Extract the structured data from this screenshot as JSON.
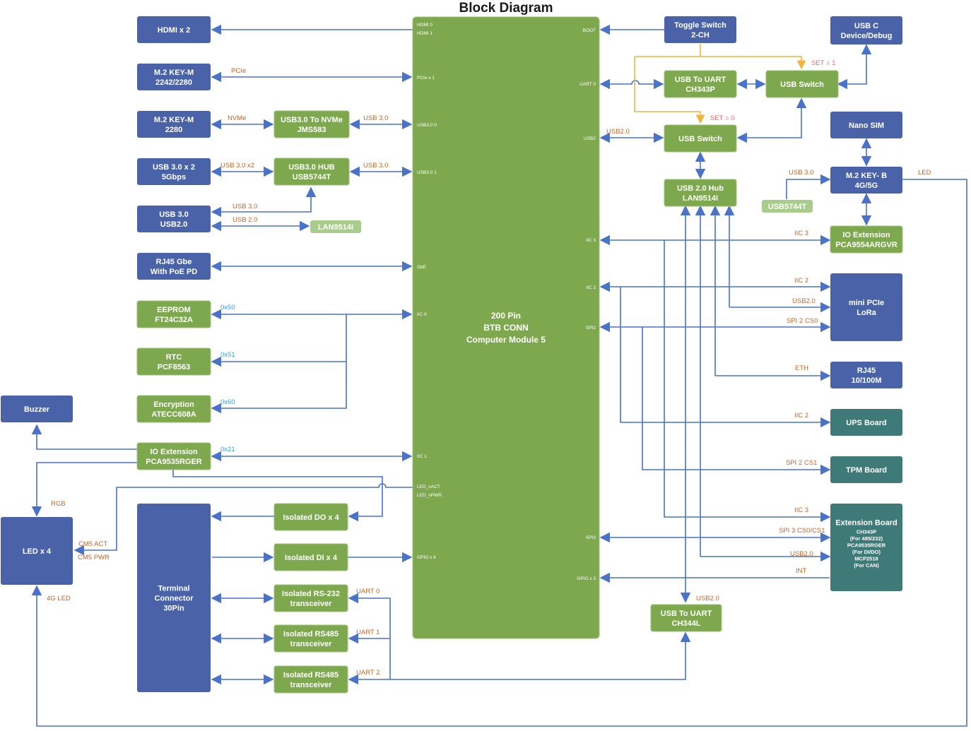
{
  "title": "Block Diagram",
  "colors": {
    "blue_block": "#4a63a8",
    "green_block": "#7ea84e",
    "light_green_block": "#a8cd8a",
    "teal_block": "#3e7a78",
    "wire": "#4a72c8",
    "toggle_wire": "#f4b43c",
    "signal_label": "#c0672b",
    "address_label": "#3c9be0",
    "set_label": "#f06a6a"
  },
  "core": {
    "lines": [
      "200 Pin",
      "BTB CONN",
      "Computer Module 5"
    ],
    "left_pins": [
      "HDMI 0",
      "HDMI 1",
      "PCIe x 1",
      "USB3.0 0",
      "USB3.0 1",
      "GbE",
      "IIC 0",
      "IIC 1",
      "LED_nACT",
      "LED_nPWR",
      "GPIO x 4"
    ],
    "right_pins": [
      "BOOT",
      "UART 0",
      "USB2",
      "IIC 3",
      "IIC 2",
      "SPI2",
      "SPI3",
      "GPIO x 3"
    ]
  },
  "blocks": {
    "hdmi": [
      "HDMI x 2"
    ],
    "m2_keym_a": [
      "M.2 KEY-M",
      "2242/2280"
    ],
    "m2_keym_b": [
      "M.2 KEY-M",
      "2280"
    ],
    "usb3_nvme": [
      "USB3.0 To NVMe",
      "JMS583"
    ],
    "usb3x2": [
      "USB 3.0 x 2",
      "5Gbps"
    ],
    "usb3_hub": [
      "USB3.0 HUB",
      "USB5744T"
    ],
    "usb3_usb2": [
      "USB 3.0",
      "USB2.0"
    ],
    "lan9514_ref": [
      "LAN9514I"
    ],
    "rj45_gbe": [
      "RJ45 Gbe",
      "With PoE PD"
    ],
    "eeprom": [
      "EEPROM",
      "FT24C32A"
    ],
    "rtc": [
      "RTC",
      "PCF8563"
    ],
    "encryption": [
      "Encryption",
      "ATECC608A"
    ],
    "buzzer": [
      "Buzzer"
    ],
    "io_ext_left": [
      "IO Extension",
      "PCA9535RGER"
    ],
    "led": [
      "LED x 4"
    ],
    "terminal": [
      "Terminal",
      "Connector",
      "30Pin"
    ],
    "iso_do": [
      "Isolated DO x 4"
    ],
    "iso_di": [
      "Isolated DI x 4"
    ],
    "iso_rs232": [
      "Isolated RS-232",
      "transceiver"
    ],
    "iso_rs485_1": [
      "Isolated RS485",
      "transceiver"
    ],
    "iso_rs485_2": [
      "Isolated RS485",
      "transceiver"
    ],
    "toggle": [
      "Toggle Switch",
      "2-CH"
    ],
    "usbc": [
      "USB C",
      "Device/Debug"
    ],
    "usb_uart_ch343": [
      "USB To UART",
      "CH343P"
    ],
    "usb_switch_1": [
      "USB Switch"
    ],
    "usb_switch_0": [
      "USB Switch"
    ],
    "nano_sim": [
      "Nano SIM"
    ],
    "usb2_hub": [
      "USB 2.0 Hub",
      "LAN9514I"
    ],
    "m2_keyb": [
      "M.2 KEY- B",
      "4G/5G"
    ],
    "usb5744_ref": [
      "USB5744T"
    ],
    "io_ext_right": [
      "IO Extension",
      "PCA9554ARGVR"
    ],
    "minipcie": [
      "mini PCIe",
      "LoRa"
    ],
    "rj45_100": [
      "RJ45",
      "10/100M"
    ],
    "ups": [
      "UPS Board"
    ],
    "tpm": [
      "TPM Board"
    ],
    "ext_board": [
      "Extension Board",
      "CH343P",
      "(For 485/232)",
      "PCA9535RGER",
      "(For DI/DO)",
      "MCP2518",
      "(For CAN)"
    ],
    "usb_uart_ch344": [
      "USB To UART",
      "CH344L"
    ]
  },
  "labels": {
    "pcie": "PCIe",
    "nvme": "NVMe",
    "usb30_a": "USB 3.0",
    "usb30x2": "USB 3.0 x2",
    "usb30_b": "USB 3.0",
    "usb30_c": "USB 3.0",
    "usb20_a": "USB 2.0",
    "addr_50": "0x50",
    "addr_51": "0x51",
    "addr_60": "0x60",
    "addr_21": "0x21",
    "rgb": "RGB",
    "cm5_act": "CM5 ACT",
    "cm5_pwr": "CM5 PWR",
    "led_4g": "4G LED",
    "uart0": "UART 0",
    "uart1": "UART 1",
    "uart2": "UART 2",
    "set1": "SET = 1",
    "set0": "SET = 0",
    "usb20_sw": "USB2.0",
    "usb30_keyb": "USB 3.0",
    "led_keyb": "LED",
    "iic3_a": "IIC 3",
    "iic2_a": "IIC 2",
    "usb20_lora": "USB2.0",
    "spi2cs0": "SPI 2 CS0",
    "eth": "ETH",
    "iic2_b": "IIC 2",
    "spi2cs1": "SPI 2 CS1",
    "iic3_b": "IIC 3",
    "spi3": "SPI 3 CS0/CS1",
    "usb20_ext": "USB2.0",
    "int": "INT",
    "usb20_ch344": "USB2.0"
  }
}
